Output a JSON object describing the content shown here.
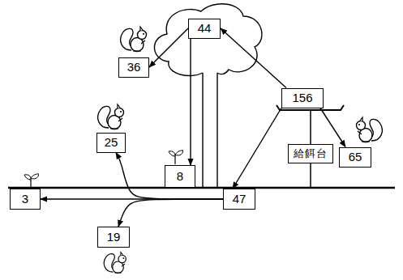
{
  "diagram": {
    "nodes": [
      {
        "text": [
          "44"
        ]
      },
      {
        "text": [
          "36"
        ]
      },
      {
        "text": [
          "156"
        ]
      },
      {
        "text": [
          "25"
        ]
      },
      {
        "text": [
          "給餌台"
        ]
      },
      {
        "text": [
          "65"
        ]
      },
      {
        "text": [
          "8"
        ]
      },
      {
        "text": [
          "3"
        ]
      },
      {
        "text": [
          "47"
        ]
      },
      {
        "text": [
          "19"
        ]
      }
    ],
    "edges": [
      {
        "from": 2,
        "to": 0,
        "arrow": "to"
      },
      {
        "from": 2,
        "to": 5,
        "arrow": "to"
      },
      {
        "from": 2,
        "to": 8,
        "arrow": "to"
      },
      {
        "from": 0,
        "to": 1,
        "arrow": "to"
      },
      {
        "from": 0,
        "to": 6,
        "arrow": "to"
      },
      {
        "from": 8,
        "to": 7,
        "arrow": "to"
      },
      {
        "from": 8,
        "to": 3,
        "arrow": "to"
      },
      {
        "from": 8,
        "to": 9,
        "arrow": "to"
      }
    ]
  }
}
